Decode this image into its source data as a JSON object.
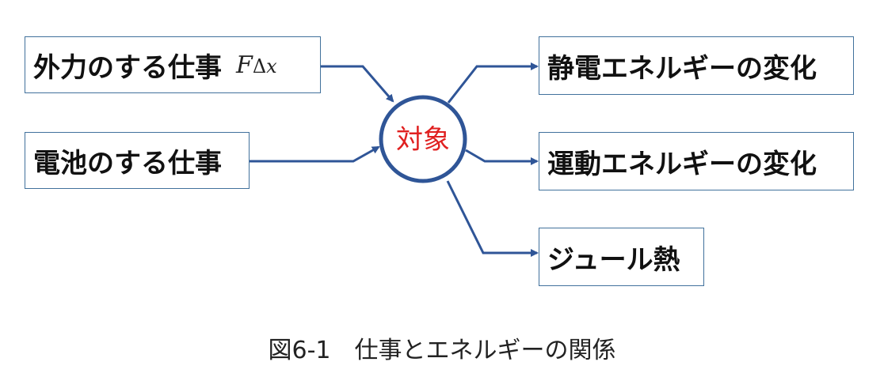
{
  "inputs": {
    "external_work": {
      "label": "外力のする仕事",
      "math": {
        "f": "F",
        "delta": "Δ",
        "x": "x"
      }
    },
    "battery_work": {
      "label": "電池のする仕事"
    }
  },
  "center": {
    "label": "対象",
    "text_color": "#e02020"
  },
  "outputs": {
    "electrostatic_energy_change": {
      "label": "静電エネルギーの変化"
    },
    "kinetic_energy_change": {
      "label": "運動エネルギーの変化"
    },
    "joule_heat": {
      "label": "ジュール熱"
    }
  },
  "caption": "図6-1　仕事とエネルギーの関係",
  "colors": {
    "stroke": "#2f5597",
    "box_border": "#41719c"
  }
}
